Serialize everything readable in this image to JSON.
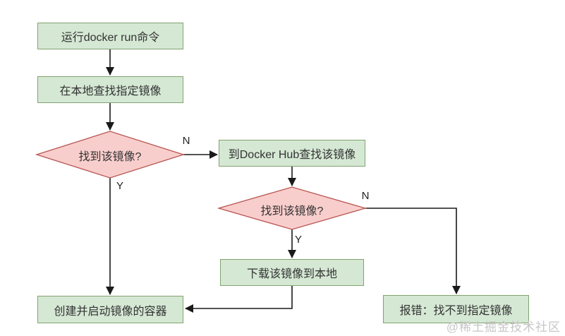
{
  "flowchart": {
    "nodes": {
      "run_command": {
        "label": "运行docker run命令",
        "type": "process"
      },
      "find_local": {
        "label": "在本地查找指定镜像",
        "type": "process"
      },
      "decision_local": {
        "label": "找到该镜像?",
        "type": "decision"
      },
      "find_hub": {
        "label": "到Docker Hub查找该镜像",
        "type": "process"
      },
      "decision_hub": {
        "label": "找到该镜像?",
        "type": "decision"
      },
      "download": {
        "label": "下载该镜像到本地",
        "type": "process"
      },
      "create_container": {
        "label": "创建并启动镜像的容器",
        "type": "process"
      },
      "error": {
        "label": "报错：找不到指定镜像",
        "type": "process"
      }
    },
    "edge_labels": {
      "local_no": "N",
      "local_yes": "Y",
      "hub_no": "N",
      "hub_yes": "Y"
    }
  },
  "watermark": "@稀土掘金技术社区",
  "colors": {
    "process_fill": "#d5e8d4",
    "process_stroke": "#82a36f",
    "decision_fill": "#f8cecc",
    "decision_stroke": "#b85450",
    "connector": "#1a1a1a",
    "text": "#333333",
    "watermark": "#c6c6c6"
  }
}
